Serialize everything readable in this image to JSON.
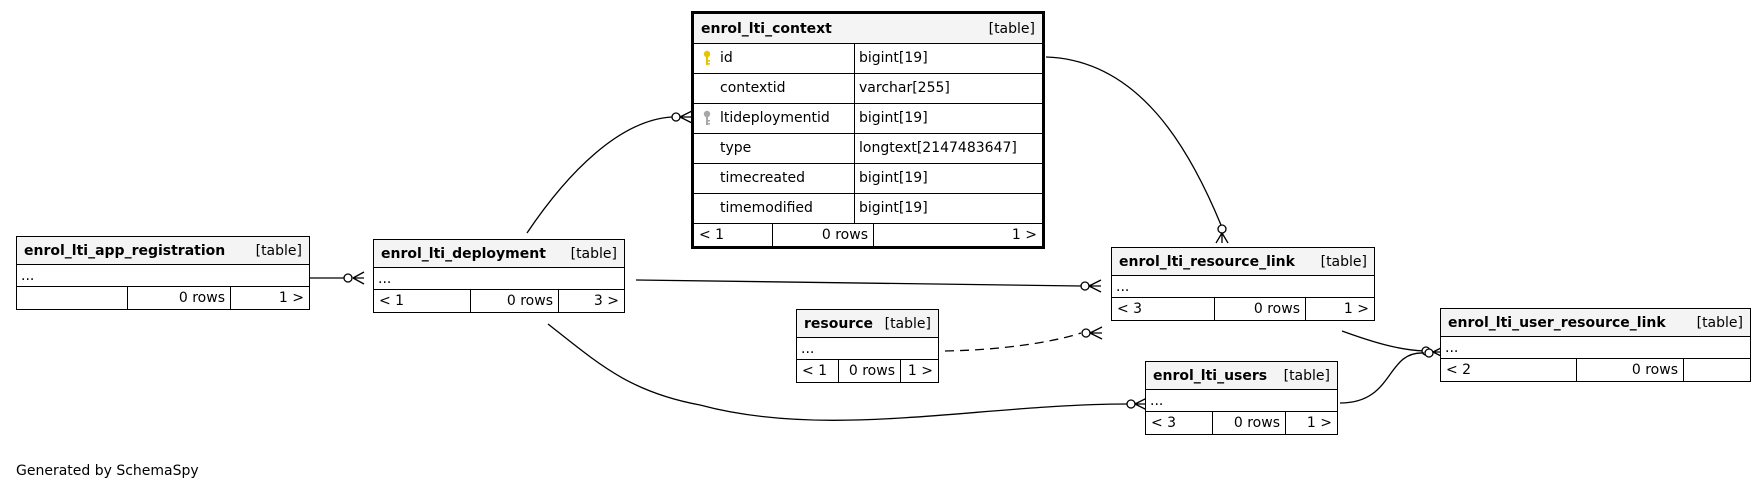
{
  "footer_text": "Generated by SchemaSpy",
  "colors": {
    "primary_key": "#e8c400",
    "foreign_key": "#a8a8a8",
    "header_bg": "#f4f4f4",
    "line": "#000000"
  },
  "tables": {
    "app_registration": {
      "name": "enrol_lti_app_registration",
      "type": "[table]",
      "ellipsis": "...",
      "parents": "",
      "rows": "0 rows",
      "children": "1 >"
    },
    "deployment": {
      "name": "enrol_lti_deployment",
      "type": "[table]",
      "ellipsis": "...",
      "parents": "< 1",
      "rows": "0 rows",
      "children": "3 >"
    },
    "context": {
      "name": "enrol_lti_context",
      "type": "[table]",
      "columns": [
        {
          "name": "id",
          "type": "bigint[19]",
          "key": "primary"
        },
        {
          "name": "contextid",
          "type": "varchar[255]",
          "key": ""
        },
        {
          "name": "ltideploymentid",
          "type": "bigint[19]",
          "key": "foreign"
        },
        {
          "name": "type",
          "type": "longtext[2147483647]",
          "key": ""
        },
        {
          "name": "timecreated",
          "type": "bigint[19]",
          "key": ""
        },
        {
          "name": "timemodified",
          "type": "bigint[19]",
          "key": ""
        }
      ],
      "parents": "< 1",
      "rows": "0 rows",
      "children": "1 >"
    },
    "resource": {
      "name": "resource",
      "type": "[table]",
      "ellipsis": "...",
      "parents": "< 1",
      "rows": "0 rows",
      "children": "1 >"
    },
    "resource_link": {
      "name": "enrol_lti_resource_link",
      "type": "[table]",
      "ellipsis": "...",
      "parents": "< 3",
      "rows": "0 rows",
      "children": "1 >"
    },
    "users": {
      "name": "enrol_lti_users",
      "type": "[table]",
      "ellipsis": "...",
      "parents": "< 3",
      "rows": "0 rows",
      "children": "1 >"
    },
    "user_resource_link": {
      "name": "enrol_lti_user_resource_link",
      "type": "[table]",
      "ellipsis": "...",
      "parents": "< 2",
      "rows": "0 rows",
      "children": ""
    }
  }
}
